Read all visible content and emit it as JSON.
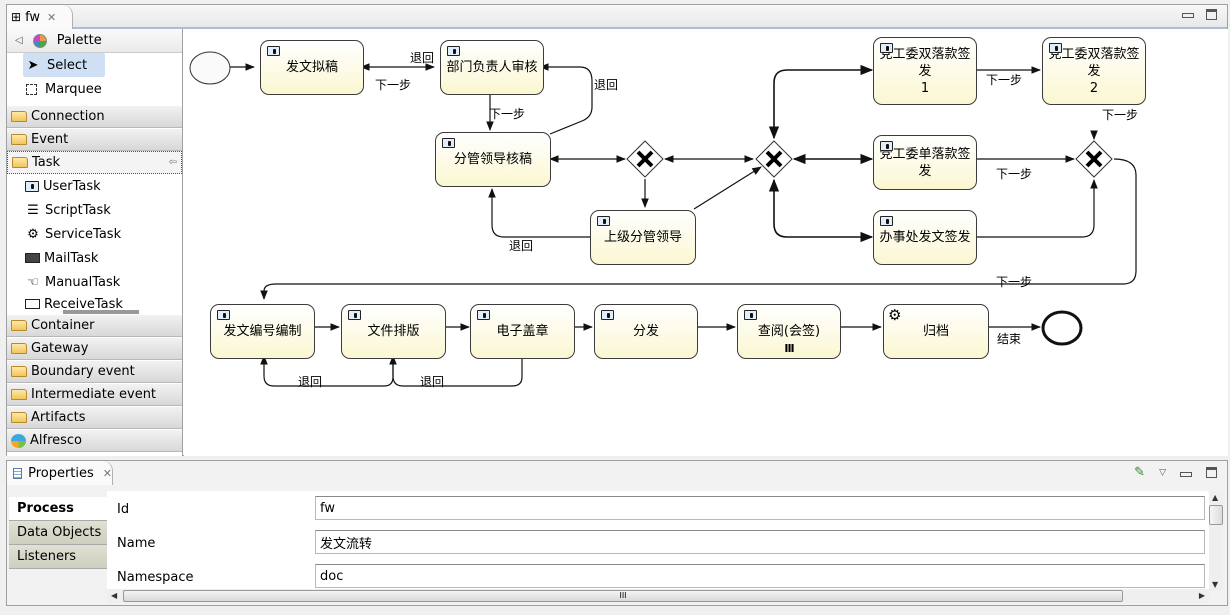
{
  "editor": {
    "tab_label": "fw",
    "palette": {
      "title": "Palette",
      "tools": [
        {
          "label": "Select",
          "icon": "arrow-pointer-icon",
          "selected": true
        },
        {
          "label": "Marquee",
          "icon": "marquee-icon",
          "selected": false
        }
      ],
      "drawers": [
        {
          "label": "Connection",
          "open": false
        },
        {
          "label": "Event",
          "open": false
        },
        {
          "label": "Task",
          "open": true,
          "entries": [
            "UserTask",
            "ScriptTask",
            "ServiceTask",
            "MailTask",
            "ManualTask",
            "ReceiveTask"
          ]
        },
        {
          "label": "Container",
          "open": false
        },
        {
          "label": "Gateway",
          "open": false
        },
        {
          "label": "Boundary event",
          "open": false
        },
        {
          "label": "Intermediate event",
          "open": false
        },
        {
          "label": "Artifacts",
          "open": false
        },
        {
          "label": "Alfresco",
          "open": false
        }
      ]
    }
  },
  "diagram": {
    "tasks": [
      {
        "id": "t1",
        "label": "发文拟稿",
        "type": "user"
      },
      {
        "id": "t2",
        "label": "部门负责人审核",
        "type": "user"
      },
      {
        "id": "t3",
        "label": "分管领导核稿",
        "type": "user"
      },
      {
        "id": "t4",
        "label": "上级分管领导",
        "type": "user"
      },
      {
        "id": "t5",
        "label": "党工委双落款签发\n1",
        "type": "user"
      },
      {
        "id": "t6",
        "label": "党工委双落款签发\n2",
        "type": "user"
      },
      {
        "id": "t7",
        "label": "党工委单落款签发",
        "type": "user"
      },
      {
        "id": "t8",
        "label": "办事处发文签发",
        "type": "user"
      },
      {
        "id": "t9",
        "label": "发文编号编制",
        "type": "user"
      },
      {
        "id": "t10",
        "label": "文件排版",
        "type": "user"
      },
      {
        "id": "t11",
        "label": "电子盖章",
        "type": "user"
      },
      {
        "id": "t12",
        "label": "分发",
        "type": "user"
      },
      {
        "id": "t13",
        "label": "查阅(会签)",
        "type": "user",
        "multi_instance": true
      },
      {
        "id": "t14",
        "label": "归档",
        "type": "service"
      }
    ],
    "flow_labels": {
      "back_t2_t1": "退回",
      "next_t1_t2": "下一步",
      "back_t3_t2": "退回",
      "next_t2_t3": "下一步",
      "back_t4_t3": "退回",
      "next_t5_t6": "下一步",
      "next_t6_gw": "下一步",
      "next_t7_gw": "下一步",
      "next_gw_t9": "下一步",
      "back_t10_t9": "退回",
      "back_t11_t10": "退回",
      "end": "结束"
    },
    "multi_instance_marker": "III"
  },
  "properties": {
    "tab_label": "Properties",
    "sections": [
      {
        "label": "Process",
        "active": true
      },
      {
        "label": "Data Objects",
        "active": false
      },
      {
        "label": "Listeners",
        "active": false
      }
    ],
    "fields": [
      {
        "label": "Id",
        "value": "fw"
      },
      {
        "label": "Name",
        "value": "发文流转"
      },
      {
        "label": "Namespace",
        "value": "doc"
      }
    ],
    "scroll_marker": "III"
  }
}
